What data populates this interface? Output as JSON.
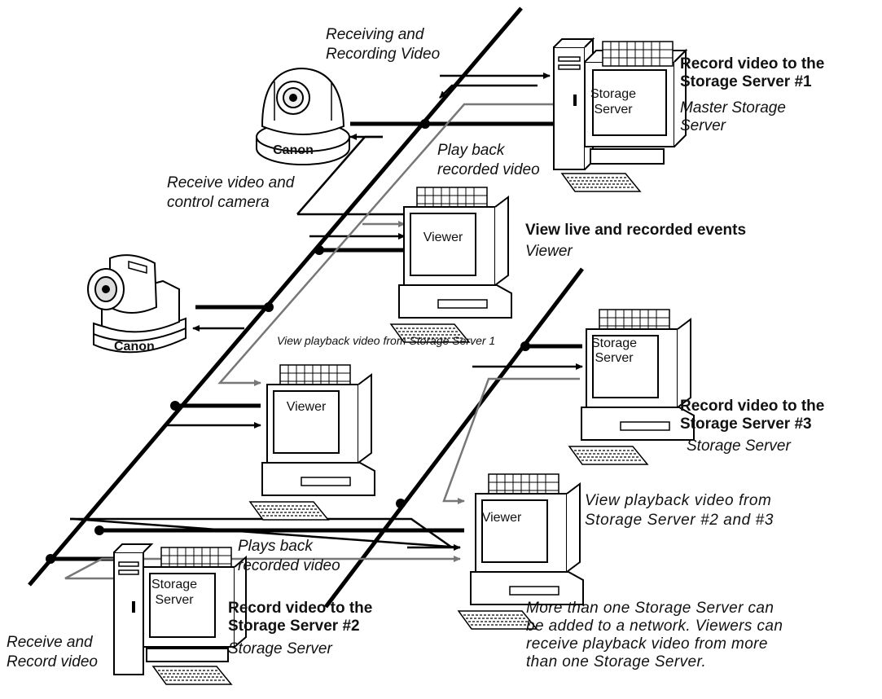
{
  "labels": {
    "recv_rec_video_1": "Receiving and",
    "recv_rec_video_2": "Recording Video",
    "recv_ctrl_1": "Receive video and",
    "recv_ctrl_2": "control camera",
    "playback_1": "Play back",
    "playback_2": "recorded video",
    "view_pb_ss1": "View playback video from Storage Server 1",
    "plays_back_1": "Plays back",
    "plays_back_2": "recorded video",
    "recv_record_1": "Receive and",
    "recv_record_2": "Record video",
    "view_pb_23_1": "View playback video from",
    "view_pb_23_2": "Storage Server #2 and #3",
    "note_1": "More than one Storage Server can",
    "note_2": "be added to a network. Viewers can",
    "note_3": "receive playback video from more",
    "note_4": "than one Storage Server."
  },
  "nodes": {
    "ss1": {
      "title_1": "Record video to the",
      "title_2": "Storage Server #1",
      "role_1": "Master Storage",
      "role_2": "Server",
      "screen_1": "Storage",
      "screen_2": "Server"
    },
    "viewer_top": {
      "title": "View live and recorded events",
      "role": "Viewer",
      "screen": "Viewer"
    },
    "viewer_mid": {
      "screen": "Viewer"
    },
    "ss3": {
      "title_1": "Record video to the",
      "title_2": "Storage Server #3",
      "role": "Storage Server",
      "screen_1": "Storage",
      "screen_2": "Server"
    },
    "viewer_right": {
      "screen": "Viewer"
    },
    "ss2": {
      "title_1": "Record video to the",
      "title_2": "Storage Server #2",
      "role": "Storage Server",
      "screen_1": "Storage",
      "screen_2": "Server"
    },
    "camera_top": {
      "brand": "Canon"
    },
    "camera_left": {
      "brand": "Canon"
    }
  },
  "colors": {
    "network": "#000000",
    "live_arrow": "#000000",
    "playback_arrow": "#777777"
  }
}
